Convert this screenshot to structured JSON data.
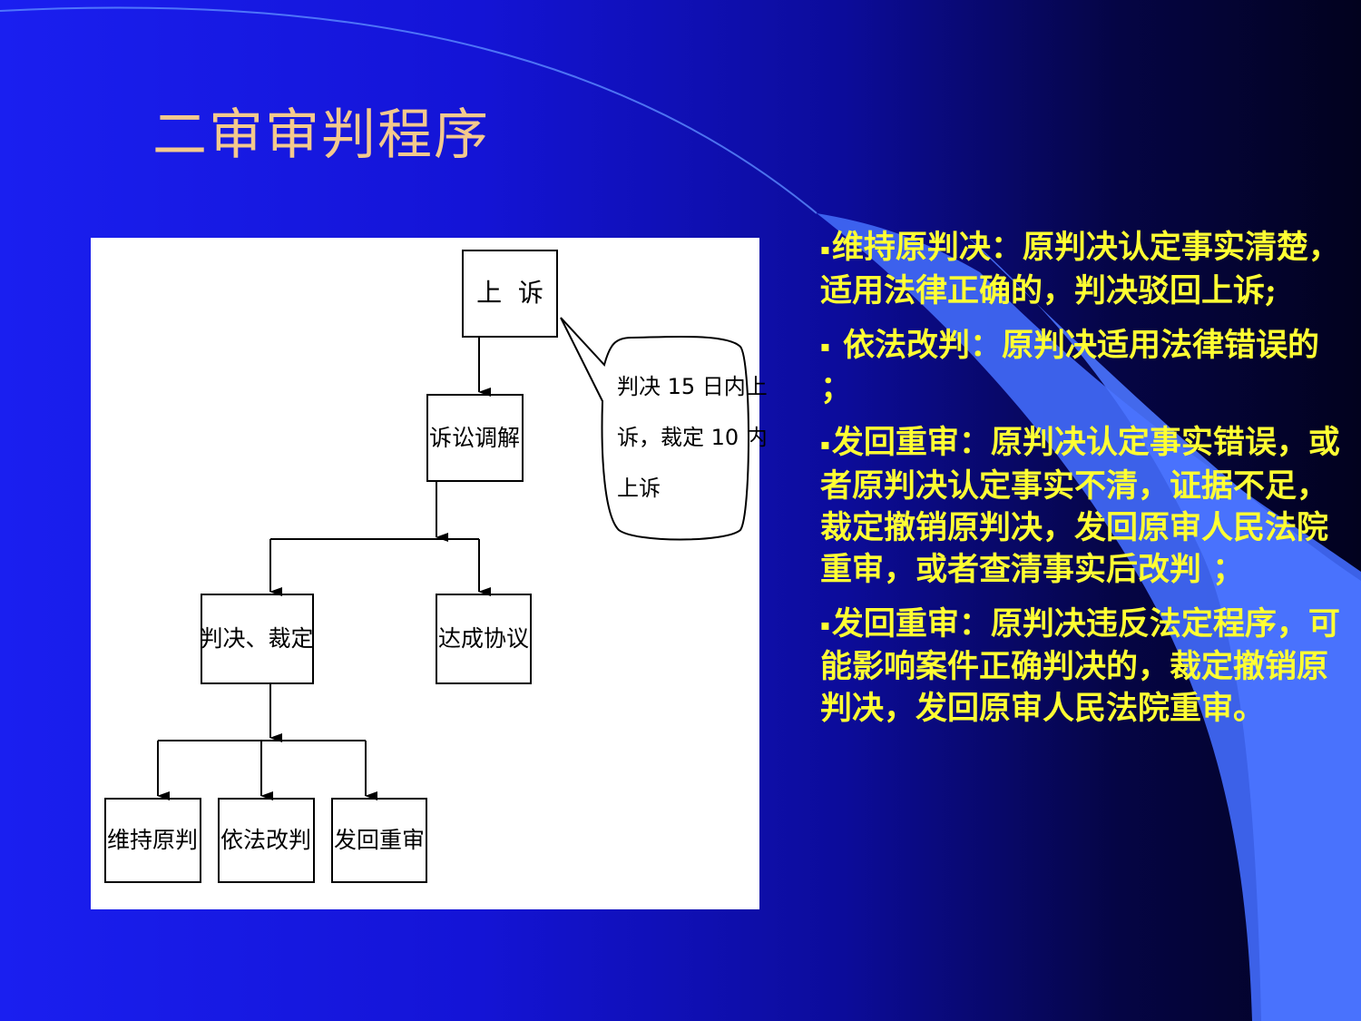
{
  "slide": {
    "title": "二审审判程序"
  },
  "diagram": {
    "nodes": {
      "appeal": "上  诉",
      "mediation": "诉讼调解",
      "judgment": "判决、裁定",
      "agreement": "达成协议",
      "uphold": "维持原判",
      "revise": "依法改判",
      "remand": "发回重审"
    },
    "callout": [
      "判决 15 日内上",
      "诉，裁定 10 内",
      "上诉"
    ]
  },
  "bullets": [
    {
      "mark": "▪",
      "text": "维持原判决：原判决认定事实清楚，适用法律正确的，判决驳回上诉;"
    },
    {
      "mark": "▪",
      "text": " 依法改判：原判决适用法律错误的 ；"
    },
    {
      "mark": "▪",
      "text": "发回重审：原判决认定事实错误，或者原判决认定事实不清，证据不足，裁定撤销原判决，发回原审人民法院重审，或者查清事实后改判 ；"
    },
    {
      "mark": "▪",
      "text": "发回重审：原判决违反法定程序，可能影响案件正确判决的，裁定撤销原判决，发回原审人民法院重审。"
    }
  ]
}
